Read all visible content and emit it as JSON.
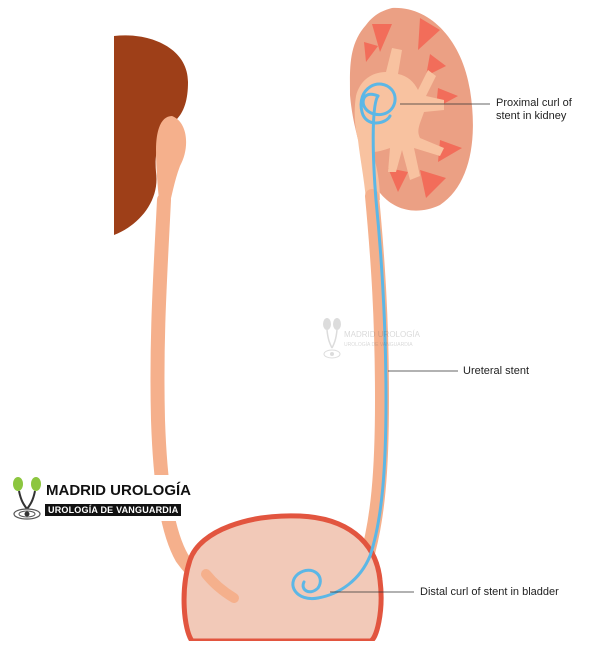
{
  "labels": {
    "proximal": "Proximal curl of stent in kidney",
    "ureteral": "Ureteral stent",
    "distal": "Distal curl of stent in bladder"
  },
  "logo": {
    "title": "MADRID UROLOGÍA",
    "subtitle": "UROLOGÍA DE VANGUARDIA"
  },
  "watermark": {
    "title": "MADRID UROLOGÍA",
    "subtitle": "UROLOGÍA DE VANGUARDIA"
  },
  "colors": {
    "left_kidney": "#9e3f18",
    "right_kidney": "#eba084",
    "renal_pyramids": "#f26d5a",
    "renal_pelvis": "#f8c2a0",
    "ureter": "#f5b08c",
    "bladder_fill": "#f2c9b8",
    "bladder_wall": "#e2553f",
    "stent": "#5cb7e6",
    "logo_green": "#8cc63f"
  }
}
